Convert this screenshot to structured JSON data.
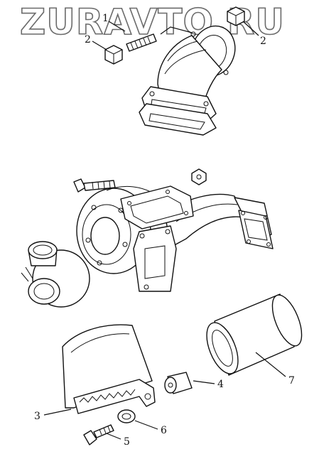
{
  "watermark": "ZURAVTO.RU",
  "callouts": [
    {
      "id": "c1",
      "label": "1",
      "part": "stud"
    },
    {
      "id": "c2a",
      "label": "2",
      "part": "nut-left"
    },
    {
      "id": "c2b",
      "label": "2",
      "part": "nut-right"
    },
    {
      "id": "c3",
      "label": "3",
      "part": "heat-shield"
    },
    {
      "id": "c4",
      "label": "4",
      "part": "spacer"
    },
    {
      "id": "c5",
      "label": "5",
      "part": "bolt"
    },
    {
      "id": "c6",
      "label": "6",
      "part": "washer"
    },
    {
      "id": "c7",
      "label": "7",
      "part": "tube-sleeve"
    }
  ],
  "colors": {
    "line": "#111111",
    "background": "#ffffff",
    "watermark_outline": "#6b6b6b"
  }
}
